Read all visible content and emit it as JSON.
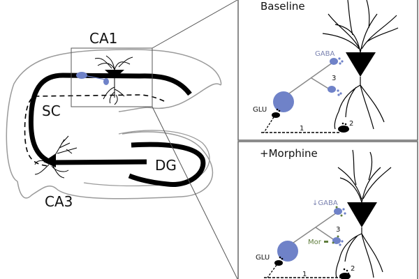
{
  "figure": {
    "left_panel": {
      "labels": {
        "ca1": "CA1",
        "sc": "SC",
        "ca3": "CA3",
        "dg": "DG"
      }
    },
    "baseline_panel": {
      "title": "Baseline",
      "gaba_label": "GABA",
      "glu_label": "GLU",
      "path_1": "1",
      "path_2": "2",
      "path_3": "3"
    },
    "morphine_panel": {
      "title": "+Morphine",
      "gaba_label": "↓GABA",
      "mor_label": "Mor",
      "glu_label": "GLU",
      "path_1": "1",
      "path_2": "2",
      "path_3": "3"
    },
    "colors": {
      "interneuron": "#6f82c8",
      "gaba_text": "#7a82b0",
      "mor_text": "#5f7d3c",
      "outline": "#9a9a9a",
      "ink": "#000000"
    }
  }
}
